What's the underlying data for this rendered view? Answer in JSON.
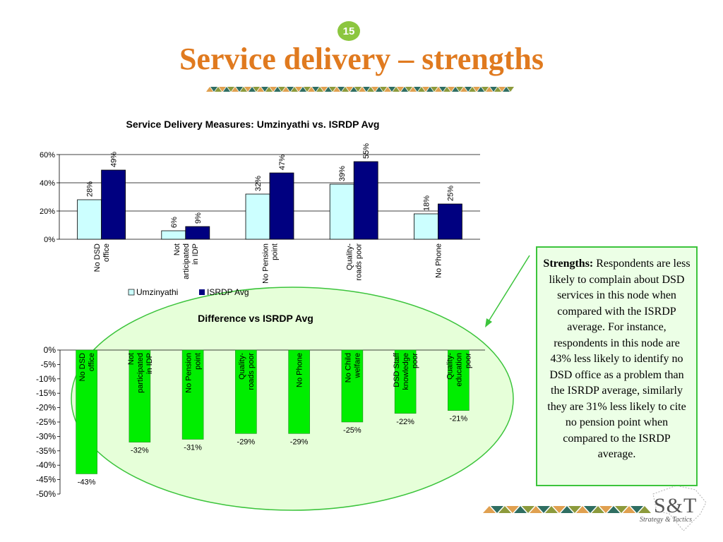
{
  "slide": {
    "number": "15",
    "title": "Service delivery – strengths",
    "accent_color": "#e07a1f",
    "badge_color": "#8cc63f"
  },
  "chart_data": [
    {
      "type": "bar",
      "title": "Service Delivery Measures: Umzinyathi vs. ISRDP Avg",
      "categories": [
        [
          "No DSD",
          "office"
        ],
        [
          "Not",
          "articipated",
          "in IDP"
        ],
        [
          "No Pension",
          "point"
        ],
        [
          "Quality-",
          "roads poor"
        ],
        [
          "No Phone"
        ]
      ],
      "series": [
        {
          "name": "Umzinyathi",
          "color": "#ccffff",
          "values": [
            28,
            6,
            32,
            39,
            18
          ],
          "labels": [
            "28%",
            "6%",
            "32%",
            "39%",
            "18%"
          ]
        },
        {
          "name": "ISRDP Avg",
          "color": "#000080",
          "values": [
            49,
            9,
            47,
            55,
            25
          ],
          "labels": [
            "49%",
            "9%",
            "47%",
            "55%",
            "25%"
          ]
        }
      ],
      "ylim": [
        0,
        60
      ],
      "yticks": [
        0,
        20,
        40,
        60
      ],
      "ytick_labels": [
        "0%",
        "20%",
        "40%",
        "60%"
      ],
      "legend": "bottom",
      "grid": true
    },
    {
      "type": "bar",
      "title": "Difference vs ISRDP Avg",
      "categories": [
        [
          "No DSD",
          "office"
        ],
        [
          "Not",
          "participated",
          "in IDP"
        ],
        [
          "No Pension",
          "point"
        ],
        [
          "Quality-",
          "roads poor"
        ],
        [
          "No Phone"
        ],
        [
          "No Child",
          "welfare"
        ],
        [
          "DSD Staff",
          "knowledge",
          "poor"
        ],
        [
          "Quality-",
          "education",
          "poor"
        ]
      ],
      "values": [
        -43,
        -32,
        -31,
        -29,
        -29,
        -25,
        -22,
        -21
      ],
      "labels": [
        "-43%",
        "-32%",
        "-31%",
        "-29%",
        "-29%",
        "-25%",
        "-22%",
        "-21%"
      ],
      "color": "#00ee00",
      "ylim": [
        -50,
        0
      ],
      "yticks": [
        0,
        -5,
        -10,
        -15,
        -20,
        -25,
        -30,
        -35,
        -40,
        -45,
        -50
      ],
      "ytick_labels": [
        "0%",
        "-5%",
        "-10%",
        "-15%",
        "-20%",
        "-25%",
        "-30%",
        "-35%",
        "-40%",
        "-45%",
        "-50%"
      ],
      "grid": false
    }
  ],
  "strengths": {
    "heading": "Strengths:",
    "body": "Respondents are less likely to complain about DSD services in this node when compared with the ISRDP average. For instance, respondents in this node are 43% less likely to identify no DSD office as a problem than the ISRDP average, similarly they are 31% less likely to cite no pension point when compared to the ISRDP average.",
    "border_color": "#3cc43c"
  },
  "logo": {
    "main": "S&T",
    "tagline": "Strategy & Tactics"
  },
  "decor_colors": [
    "#e0a050",
    "#2f6e62",
    "#8c9a3c"
  ]
}
